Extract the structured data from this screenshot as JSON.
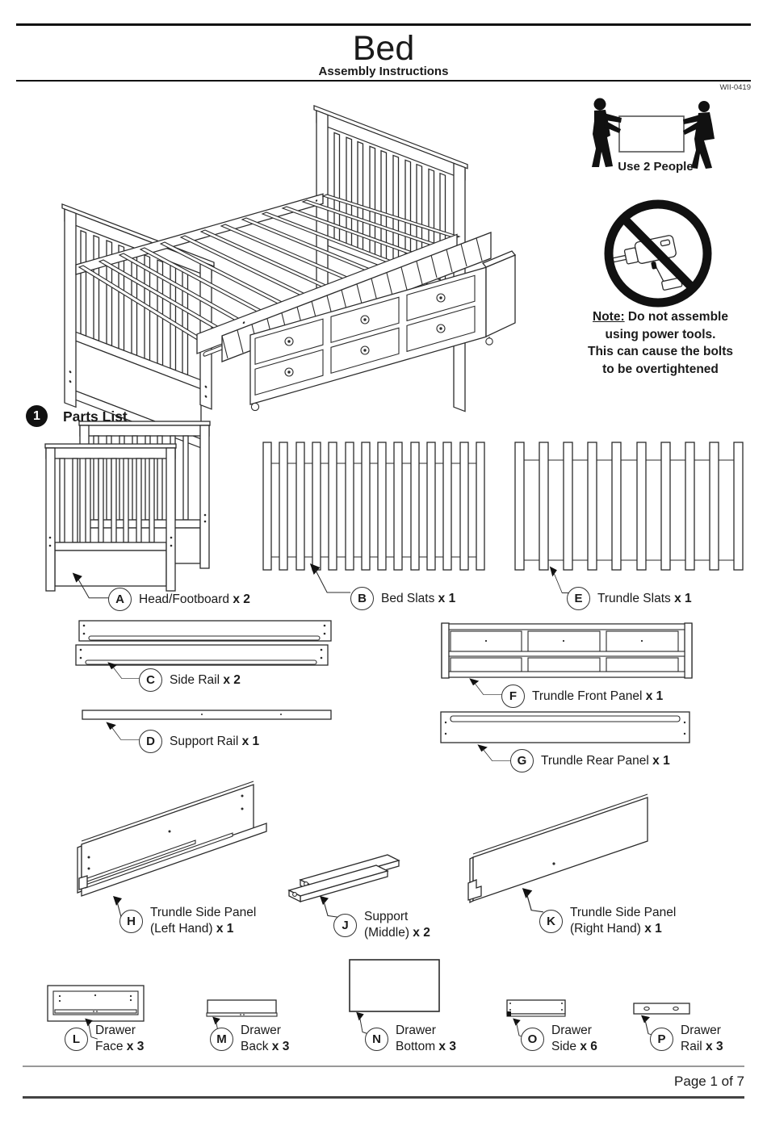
{
  "header": {
    "title": "Bed",
    "subtitle": "Assembly Instructions",
    "doc_code": "WII-0419"
  },
  "warnings": {
    "use_two_people": "Use 2 People",
    "note_label": "Note:",
    "note_line1": " Do not assemble",
    "note_line2": "using power tools.",
    "note_line3": "This can cause the bolts",
    "note_line4": "to be overtightened"
  },
  "section1": {
    "number": "1",
    "title": "Parts List"
  },
  "parts": {
    "A": {
      "letter": "A",
      "name": "Head/Footboard",
      "qty": "x 2"
    },
    "B": {
      "letter": "B",
      "name": "Bed Slats",
      "qty": "x 1"
    },
    "C": {
      "letter": "C",
      "name": "Side Rail",
      "qty": "x 2"
    },
    "D": {
      "letter": "D",
      "name": "Support Rail",
      "qty": "x 1"
    },
    "E": {
      "letter": "E",
      "name": "Trundle Slats",
      "qty": "x 1"
    },
    "F": {
      "letter": "F",
      "name": "Trundle Front Panel",
      "qty": "x 1"
    },
    "G": {
      "letter": "G",
      "name": "Trundle Rear Panel",
      "qty": "x 1"
    },
    "H": {
      "letter": "H",
      "name": "Trundle Side Panel",
      "name2": "(Left Hand)",
      "qty": "x 1"
    },
    "J": {
      "letter": "J",
      "name": "Support",
      "name2": "(Middle)",
      "qty": "x 2"
    },
    "K": {
      "letter": "K",
      "name": "Trundle Side Panel",
      "name2": "(Right Hand)",
      "qty": "x 1"
    },
    "L": {
      "letter": "L",
      "name": "Drawer",
      "name2": "Face",
      "qty": "x 3"
    },
    "M": {
      "letter": "M",
      "name": "Drawer",
      "name2": "Back",
      "qty": "x 3"
    },
    "N": {
      "letter": "N",
      "name": "Drawer",
      "name2": "Bottom",
      "qty": "x 3"
    },
    "O": {
      "letter": "O",
      "name": "Drawer",
      "name2": "Side",
      "qty": "x 6"
    },
    "P": {
      "letter": "P",
      "name": "Drawer",
      "name2": "Rail",
      "qty": "x 3"
    }
  },
  "footer": {
    "page": "Page 1 of 7"
  }
}
